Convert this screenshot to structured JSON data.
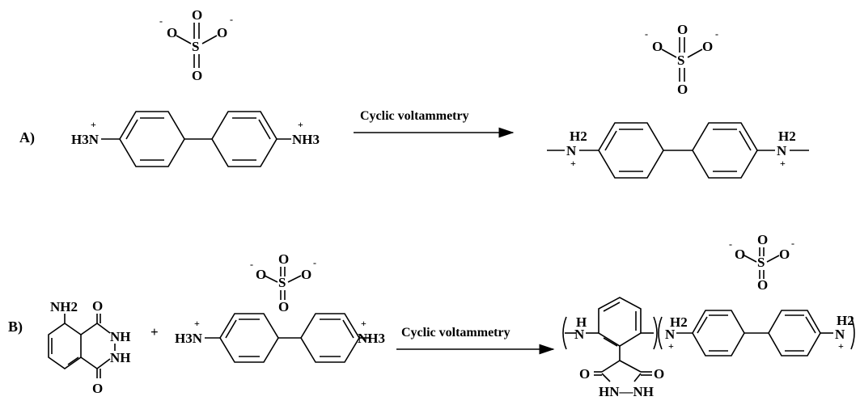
{
  "scheme": {
    "part_a": {
      "label": "A)",
      "arrow_label": "Cyclic voltammetry",
      "reactant": {
        "left_group": "H3N",
        "right_group": "NH3",
        "charge": "+"
      },
      "sulfate": {
        "s": "S",
        "o": "O",
        "charge": "-"
      },
      "product": {
        "left_group": "H2",
        "n": "N",
        "right_group": "H2",
        "charge": "+"
      }
    },
    "part_b": {
      "label": "B)",
      "arrow_label": "Cyclic voltammetry",
      "luminol": {
        "amine": "NH2",
        "o": "O",
        "nh": "NH"
      },
      "plus": "+",
      "benzidine": {
        "left_group": "H3N",
        "right_group": "NH3",
        "charge": "+"
      },
      "sulfate": {
        "s": "S",
        "o": "O",
        "charge": "-"
      },
      "product": {
        "h": "H",
        "n": "N",
        "h2": "H2",
        "o": "O",
        "hn_nh": "HN—NH",
        "charge": "+"
      }
    }
  }
}
